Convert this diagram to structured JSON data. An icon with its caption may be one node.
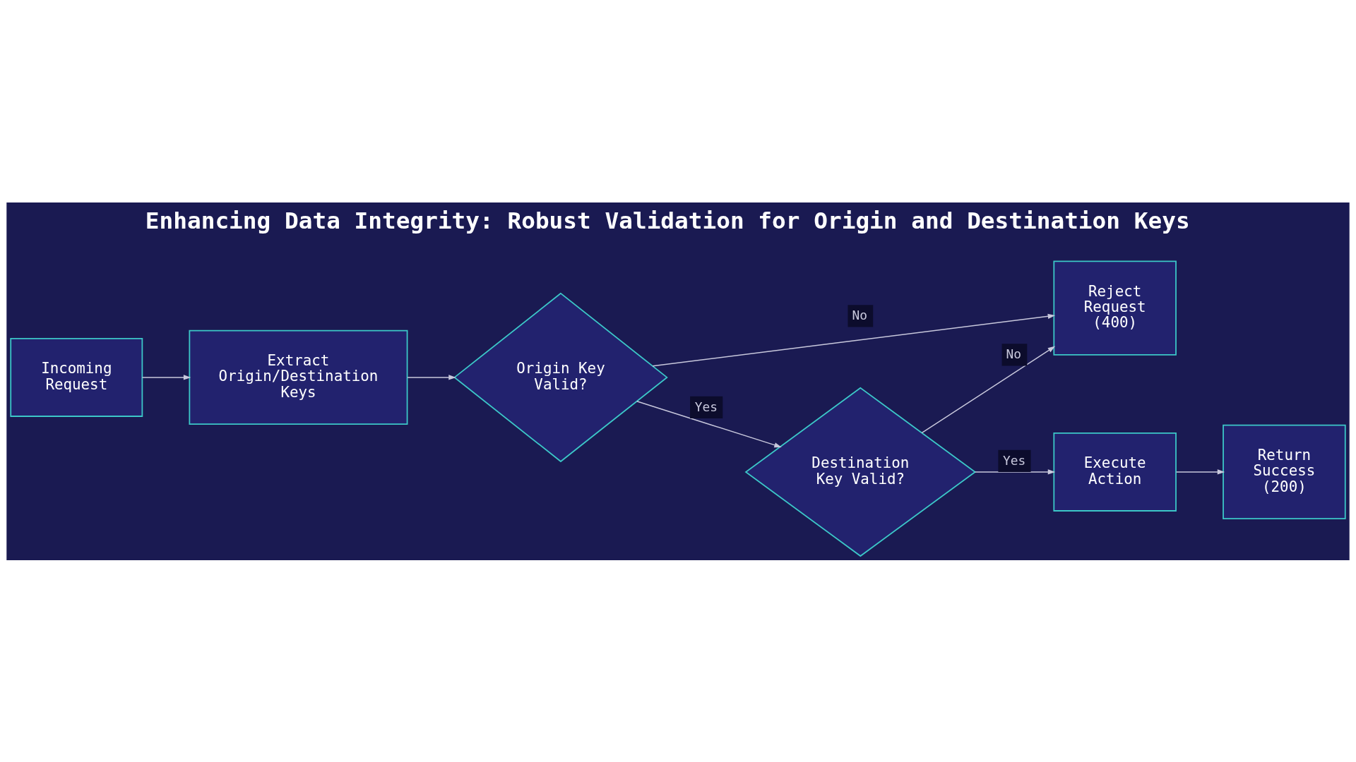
{
  "diagram": {
    "title": "Enhancing Data Integrity: Robust Validation for Origin and Destination Keys",
    "nodes": [
      {
        "text": [
          "Incoming Request"
        ]
      },
      {
        "text": [
          "Extract Origin/Destination Keys"
        ]
      },
      {
        "text": [
          "Origin Key Valid?"
        ]
      },
      {
        "text": [
          "Reject Request (400)"
        ]
      },
      {
        "text": [
          "Destination Key Valid?"
        ]
      },
      {
        "text": [
          "Execute Action"
        ]
      },
      {
        "text": [
          "Return Success (200)"
        ]
      }
    ],
    "edges": [
      {
        "from": 0,
        "to": 1,
        "arrow": "to"
      },
      {
        "from": 1,
        "to": 2,
        "arrow": "to"
      },
      {
        "from": 2,
        "to": 3,
        "arrow": "to",
        "label": "No"
      },
      {
        "from": 2,
        "to": 4,
        "arrow": "to",
        "label": "Yes"
      },
      {
        "from": 4,
        "to": 3,
        "arrow": "to",
        "label": "No"
      },
      {
        "from": 4,
        "to": 5,
        "arrow": "to",
        "label": "Yes"
      },
      {
        "from": 5,
        "to": 6,
        "arrow": "to"
      }
    ]
  }
}
